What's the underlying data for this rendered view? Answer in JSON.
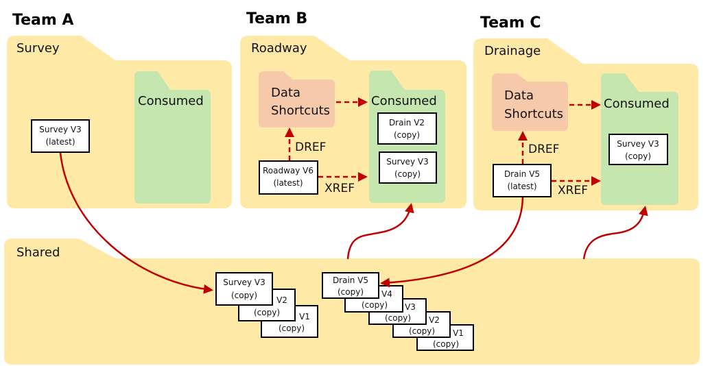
{
  "colors": {
    "folder_yellow": "#FFE9A6",
    "consumed_green": "#C5E6AE",
    "shortcuts_peach": "#F7C9AB",
    "arrow_red": "#C00000",
    "box_border": "#000000",
    "box_fill": "#FFFFFF"
  },
  "teams": [
    {
      "title": "Team A",
      "folder": "Survey",
      "consumed_label": "Consumed",
      "source_file": {
        "name": "Survey V3",
        "status": "(latest)"
      },
      "consumed_files": []
    },
    {
      "title": "Team B",
      "folder": "Roadway",
      "shortcuts_label_line1": "Data",
      "shortcuts_label_line2": "Shortcuts",
      "consumed_label": "Consumed",
      "source_file": {
        "name": "Roadway V6",
        "status": "(latest)"
      },
      "dref_label": "DREF",
      "xref_label": "XREF",
      "consumed_files": [
        {
          "name": "Drain V2",
          "status": "(copy)"
        },
        {
          "name": "Survey V3",
          "status": "(copy)"
        }
      ]
    },
    {
      "title": "Team C",
      "folder": "Drainage",
      "shortcuts_label_line1": "Data",
      "shortcuts_label_line2": "Shortcuts",
      "consumed_label": "Consumed",
      "source_file": {
        "name": "Drain V5",
        "status": "(latest)"
      },
      "dref_label": "DREF",
      "xref_label": "XREF",
      "consumed_files": [
        {
          "name": "Survey V3",
          "status": "(copy)"
        }
      ]
    }
  ],
  "shared": {
    "folder": "Shared",
    "survey_stack": [
      {
        "name": "Survey V3",
        "status": "(copy)"
      },
      {
        "name": "V2",
        "status": "(copy)"
      },
      {
        "name": "V1",
        "status": "(copy)"
      }
    ],
    "drain_stack": [
      {
        "name": "Drain V5",
        "status": "(copy)"
      },
      {
        "name": "V4",
        "status": "(copy)"
      },
      {
        "name": "V3",
        "status": "(copy)"
      },
      {
        "name": "V2",
        "status": "(copy)"
      },
      {
        "name": "V1",
        "status": "(copy)"
      }
    ]
  }
}
